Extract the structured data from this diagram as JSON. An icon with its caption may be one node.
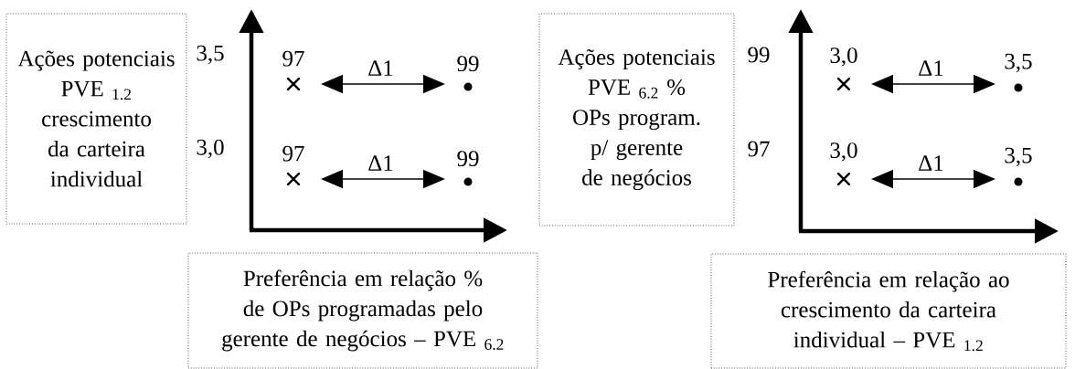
{
  "diagram": {
    "nodes": [
      {
        "text": [
          "Ações potenciais PVE $_{1.2}$ crescimento da carteira individual"
        ]
      },
      {
        "text": [],
        "shape": "cross",
        "beside": [
          "97"
        ]
      },
      {
        "text": [],
        "shape": "circle",
        "beside": [
          "99"
        ]
      },
      {
        "text": [],
        "shape": "cross",
        "beside": [
          "97"
        ]
      },
      {
        "text": [],
        "shape": "circle",
        "beside": [
          "99"
        ]
      },
      {
        "text": [
          "Preferência em relação % de OPs programadas pelo gerente de negócios – PVE $_{6.2}$"
        ]
      },
      {
        "text": [
          "Ações potenciais PVE $_{6.2}$ % OPs program. p/ gerente de negócios"
        ]
      },
      {
        "text": [],
        "shape": "cross",
        "beside": [
          "3,0"
        ]
      },
      {
        "text": [],
        "shape": "circle",
        "beside": [
          "3,5"
        ]
      },
      {
        "text": [],
        "shape": "cross",
        "beside": [
          "3,0"
        ]
      },
      {
        "text": [],
        "shape": "circle",
        "beside": [
          "3,5"
        ]
      },
      {
        "text": [
          "Preferência em relação ao crescimento da carteira individual – PVE $_{1.2}$"
        ]
      }
    ],
    "edges": [
      {
        "from": 1,
        "to": 2,
        "arrow": "both",
        "label": "Δ1"
      },
      {
        "from": 3,
        "to": 4,
        "arrow": "both",
        "label": "Δ1"
      },
      {
        "from": 7,
        "to": 8,
        "arrow": "both",
        "label": "Δ1"
      },
      {
        "from": 9,
        "to": 10,
        "arrow": "both",
        "label": "Δ1"
      }
    ],
    "labels": [
      "3,5",
      "3,0",
      "99",
      "97"
    ]
  }
}
